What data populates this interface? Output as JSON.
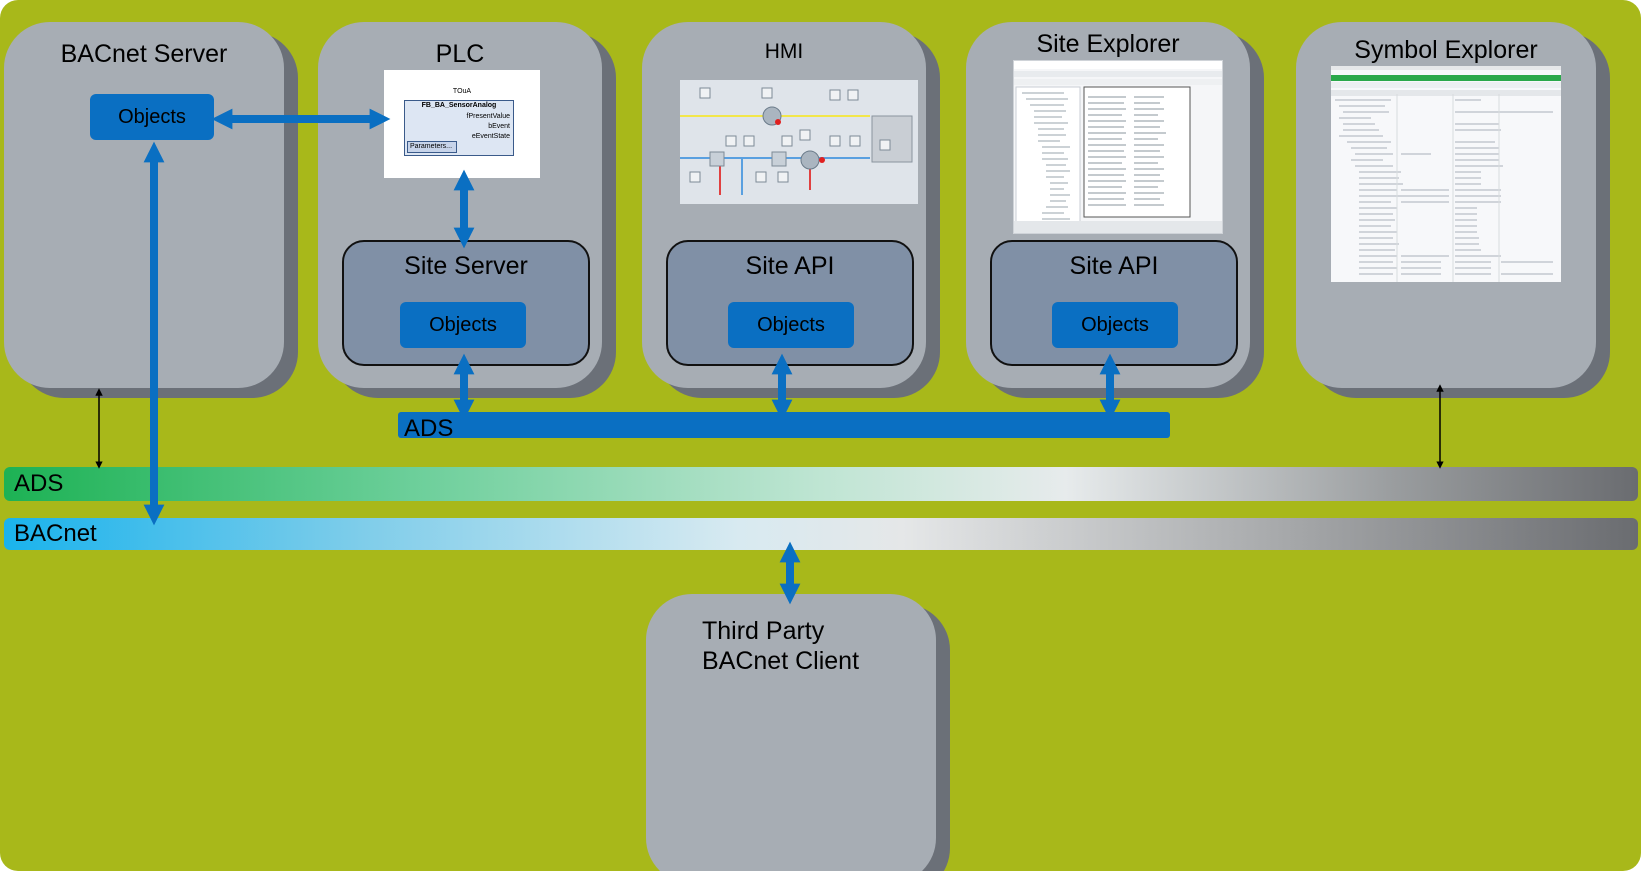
{
  "components": {
    "bacnet_server": {
      "title": "BACnet Server",
      "objects": "Objects"
    },
    "plc": {
      "title": "PLC",
      "fb_instance": "TOuA",
      "fb_type": "FB_BA_SensorAnalog",
      "outputs": [
        "fPresentValue",
        "bEvent",
        "eEventState"
      ],
      "parameters_label": "Parameters...",
      "site_server": "Site Server",
      "objects": "Objects"
    },
    "hmi": {
      "title": "HMI",
      "api": "Site API",
      "objects": "Objects"
    },
    "site_explorer": {
      "title": "Site Explorer",
      "api": "Site API",
      "objects": "Objects"
    },
    "symbol_explorer": {
      "title": "Symbol Explorer"
    },
    "third_party": {
      "line1": "Third Party",
      "line2": "BACnet Client"
    }
  },
  "buses": {
    "ads_inner": "ADS",
    "ads": "ADS",
    "bacnet": "BACnet"
  },
  "colors": {
    "background": "#a8b81a",
    "box": "#a7adb4",
    "box_shadow": "#6b7078",
    "inner_box": "#8090a6",
    "objects": "#0a6fc2",
    "arrow": "#0a6fc2",
    "ads_start": "#1db254",
    "bacnet_start": "#1ab3ec"
  }
}
